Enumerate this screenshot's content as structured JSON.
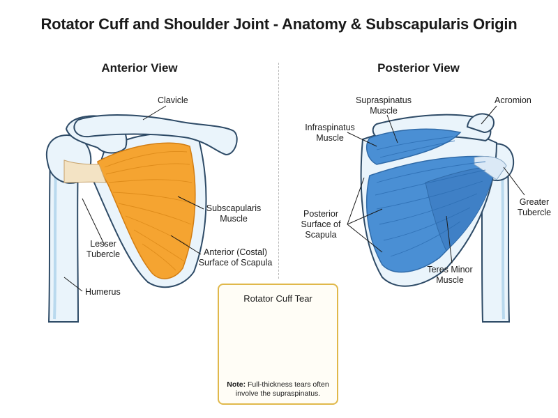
{
  "title": "Rotator Cuff and Shoulder Joint - Anatomy & Subscapularis Origin",
  "anterior": {
    "heading": "Anterior View",
    "labels": {
      "clavicle": "Clavicle",
      "subscapularis_1": "Subscapularis",
      "subscapularis_2": "Muscle",
      "surface_1": "Anterior (Costal)",
      "surface_2": "Surface of Scapula",
      "lesser_1": "Lesser",
      "lesser_2": "Tubercle",
      "humerus": "Humerus"
    },
    "muscle_color": "#f5a431"
  },
  "posterior": {
    "heading": "Posterior View",
    "labels": {
      "supraspinatus_1": "Supraspinatus",
      "supraspinatus_2": "Muscle",
      "acromion": "Acromion",
      "infraspinatus_1": "Infraspinatus",
      "infraspinatus_2": "Muscle",
      "greater_1": "Greater",
      "greater_2": "Tubercle",
      "posterior_surface_1": "Posterior",
      "posterior_surface_2": "Surface of",
      "posterior_surface_3": "Scapula",
      "teres_1": "Teres Minor",
      "teres_2": "Muscle"
    },
    "muscle_color": "#4a8fd4"
  },
  "inset": {
    "title": "Rotator Cuff Tear",
    "note_label": "Note:",
    "note_text": "Full-thickness tears often involve the supraspinatus.",
    "tear_color": "#d9534f"
  },
  "colors": {
    "bone_fill": "#eaf4fb",
    "bone_stroke": "#2d4a66",
    "bone_inner": "#b9d9ee"
  }
}
